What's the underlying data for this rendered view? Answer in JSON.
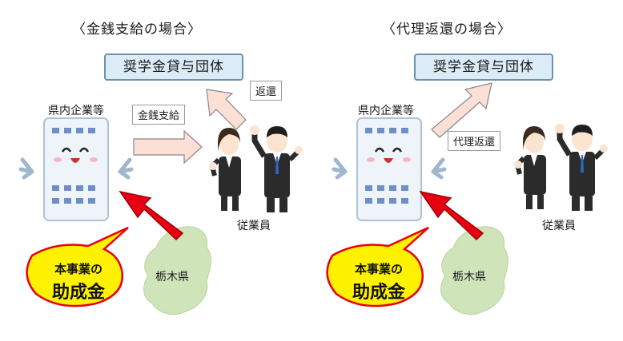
{
  "left_panel": {
    "title": "〈金銭支給の場合〉",
    "org_box": "奨学金貸与団体",
    "company_label": "県内企業等",
    "callout_payment": "金銭支給",
    "callout_repay": "返還",
    "employees_label": "従業員",
    "prefecture_label": "栃木県",
    "bubble_line1": "本事業の",
    "bubble_line2": "助成金"
  },
  "right_panel": {
    "title": "〈代理返還の場合〉",
    "org_box": "奨学金貸与団体",
    "company_label": "県内企業等",
    "callout_proxy": "代理返還",
    "employees_label": "従業員",
    "prefecture_label": "栃木県",
    "bubble_line1": "本事業の",
    "bubble_line2": "助成金"
  },
  "colors": {
    "org_box_fill": "#dcecf6",
    "org_box_border": "#6b93ad",
    "arrow_pink": "#fce0d6",
    "arrow_red": "#e60012",
    "bubble_yellow": "#fff200",
    "map_green": "#cfe4b8"
  }
}
